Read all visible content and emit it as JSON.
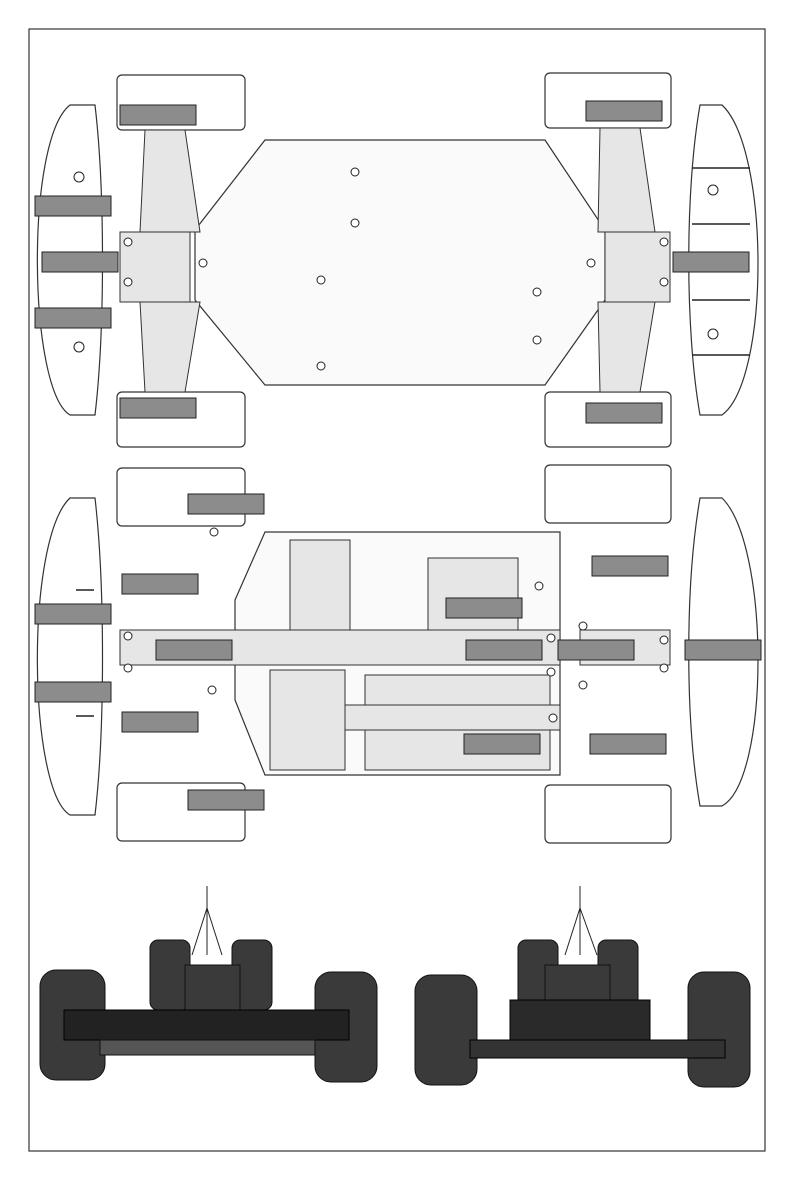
{
  "page": {
    "description_labels": []
  },
  "colors": {
    "border": "#333333",
    "label_box": "#8c8c8c",
    "tire": "#2b2b2b",
    "chassis": "#3a3a3a"
  },
  "diagrams": {
    "top_view": {
      "name": "chassis-top-view"
    },
    "bottom_view": {
      "name": "chassis-bottom-view"
    },
    "front_view": {
      "name": "car-front-view"
    },
    "rear_view": {
      "name": "car-rear-view"
    }
  }
}
